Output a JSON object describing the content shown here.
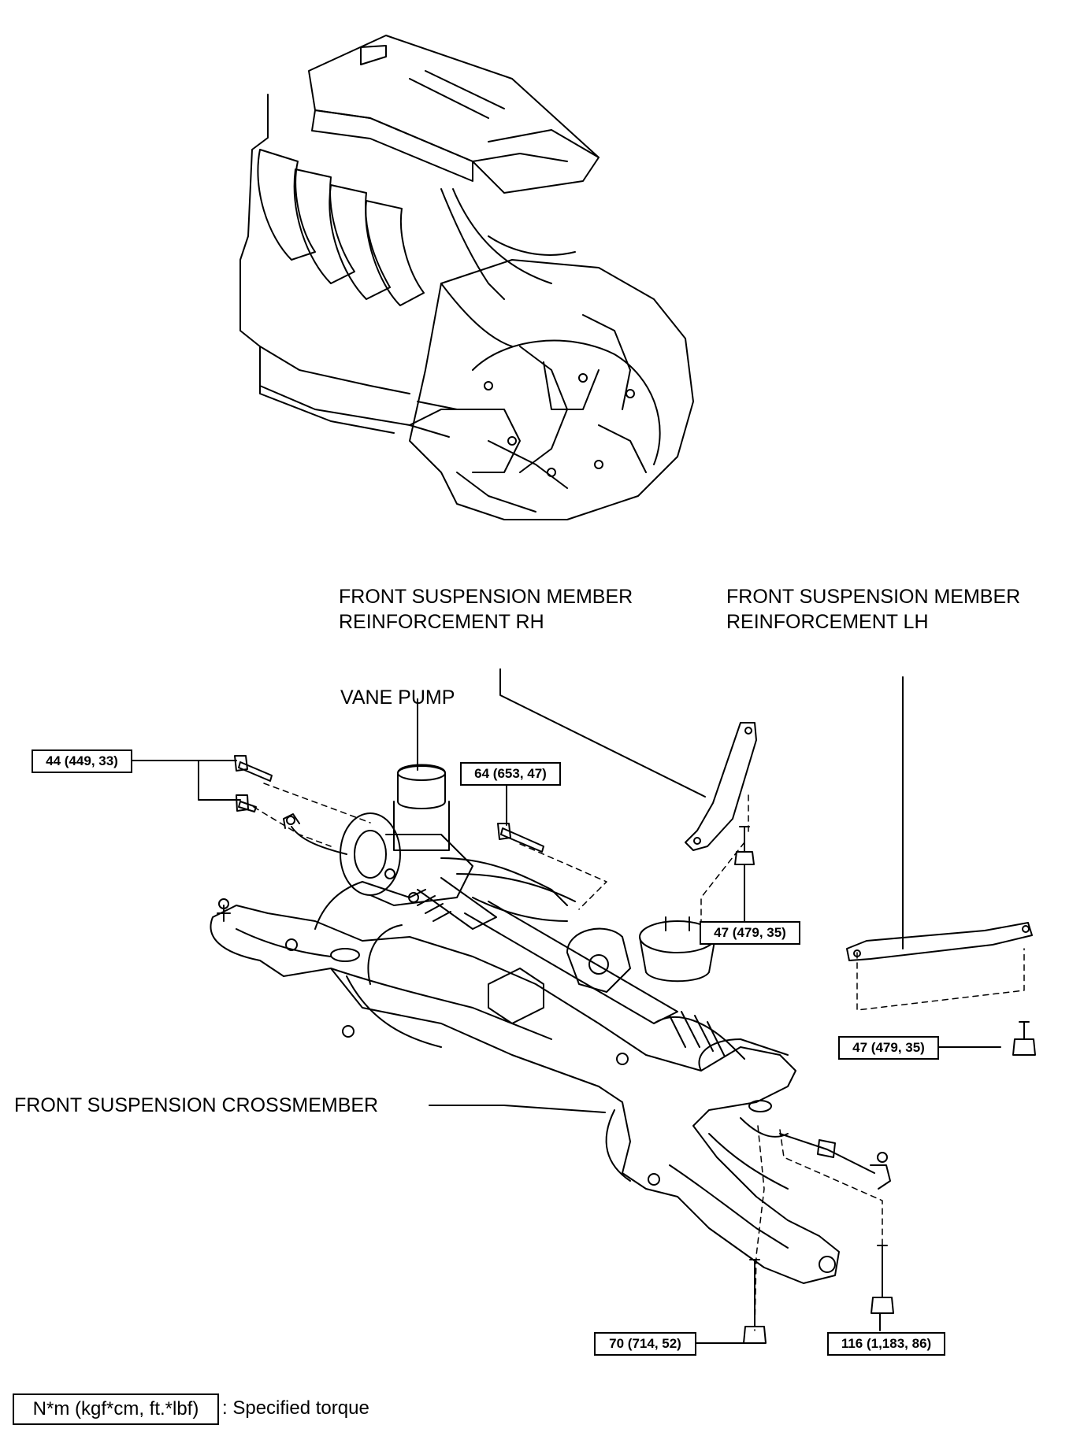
{
  "labels": {
    "reinforcement_rh_line1": "FRONT SUSPENSION MEMBER",
    "reinforcement_rh_line2": "REINFORCEMENT RH",
    "reinforcement_lh_line1": "FRONT SUSPENSION MEMBER",
    "reinforcement_lh_line2": "REINFORCEMENT LH",
    "vane_pump": "VANE PUMP",
    "crossmember": "FRONT SUSPENSION CROSSMEMBER"
  },
  "torques": {
    "t44": "44 (449, 33)",
    "t64": "64 (653, 47)",
    "t47_rh": "47 (479, 35)",
    "t47_lh": "47 (479, 35)",
    "t70": "70 (714, 52)",
    "t116": "116 (1,183, 86)"
  },
  "legend": {
    "unit": "N*m (kgf*cm, ft.*lbf)",
    "description": ": Specified torque"
  }
}
